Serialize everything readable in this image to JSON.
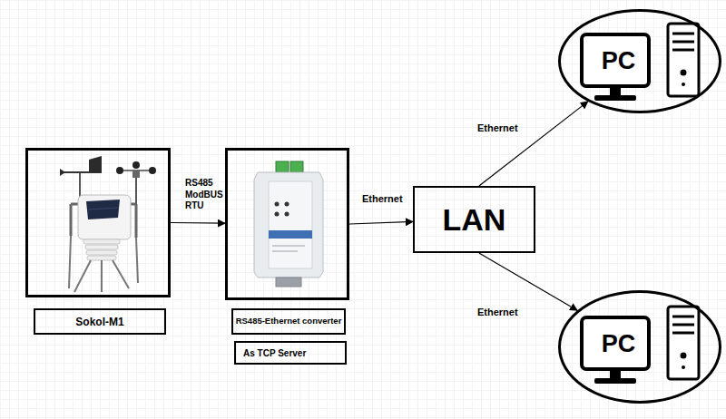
{
  "diagram": {
    "nodes": [
      {
        "text": [
          "Sokol-M1"
        ]
      },
      {
        "text": [
          "RS485-Ethernet converter",
          "As TCP Server"
        ]
      },
      {
        "text": [
          "LAN"
        ]
      },
      {
        "text": [
          "PC"
        ]
      },
      {
        "text": [
          "PC"
        ]
      }
    ],
    "edges": [
      {
        "from": 0,
        "to": 1,
        "arrow": "to",
        "label": "RS485 ModBUS RTU"
      },
      {
        "from": 1,
        "to": 2,
        "arrow": "to",
        "label": "Ethernet"
      },
      {
        "from": 2,
        "to": 3,
        "arrow": "to",
        "label": "Ethernet"
      },
      {
        "from": 2,
        "to": 4,
        "arrow": "to",
        "label": "Ethernet"
      }
    ]
  }
}
